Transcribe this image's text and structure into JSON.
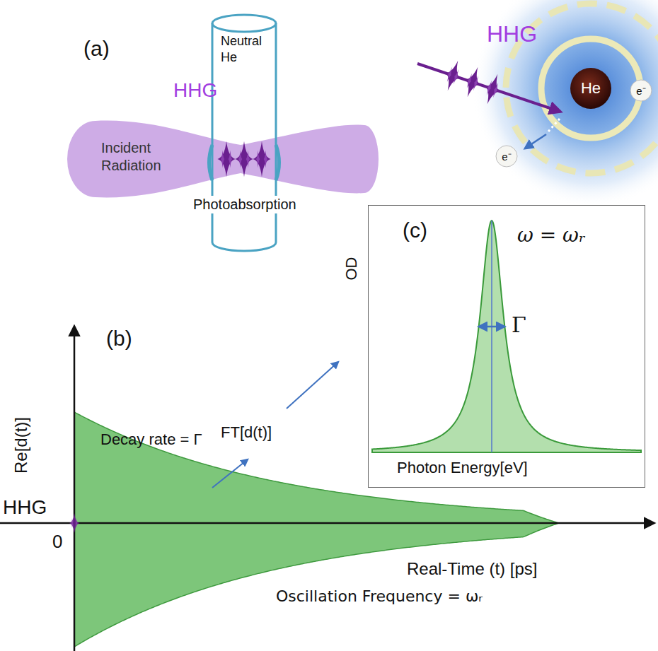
{
  "diagram": {
    "nodes": [
      {
        "text": [
          "Incident Radiation"
        ]
      },
      {
        "text": [
          "Neutral He",
          "Photoabsorption"
        ]
      },
      {
        "text": [
          "He"
        ]
      },
      {
        "text": [
          "e⁻"
        ]
      },
      {
        "text": [
          "e⁻"
        ]
      },
      {
        "text": [
          "(c)",
          "ω = ωᵣ",
          "Γ"
        ]
      }
    ],
    "labels": [
      "(a)",
      "HHG",
      "HHG",
      "(b)",
      "Re[d(t)]",
      "Decay rate = Γ",
      "FT[d(t)]",
      "HHG",
      "0",
      "Real-Time (t) [ps]",
      "Oscillation Frequency = ωᵣ",
      "OD",
      "Photon Energy[eV]"
    ]
  }
}
